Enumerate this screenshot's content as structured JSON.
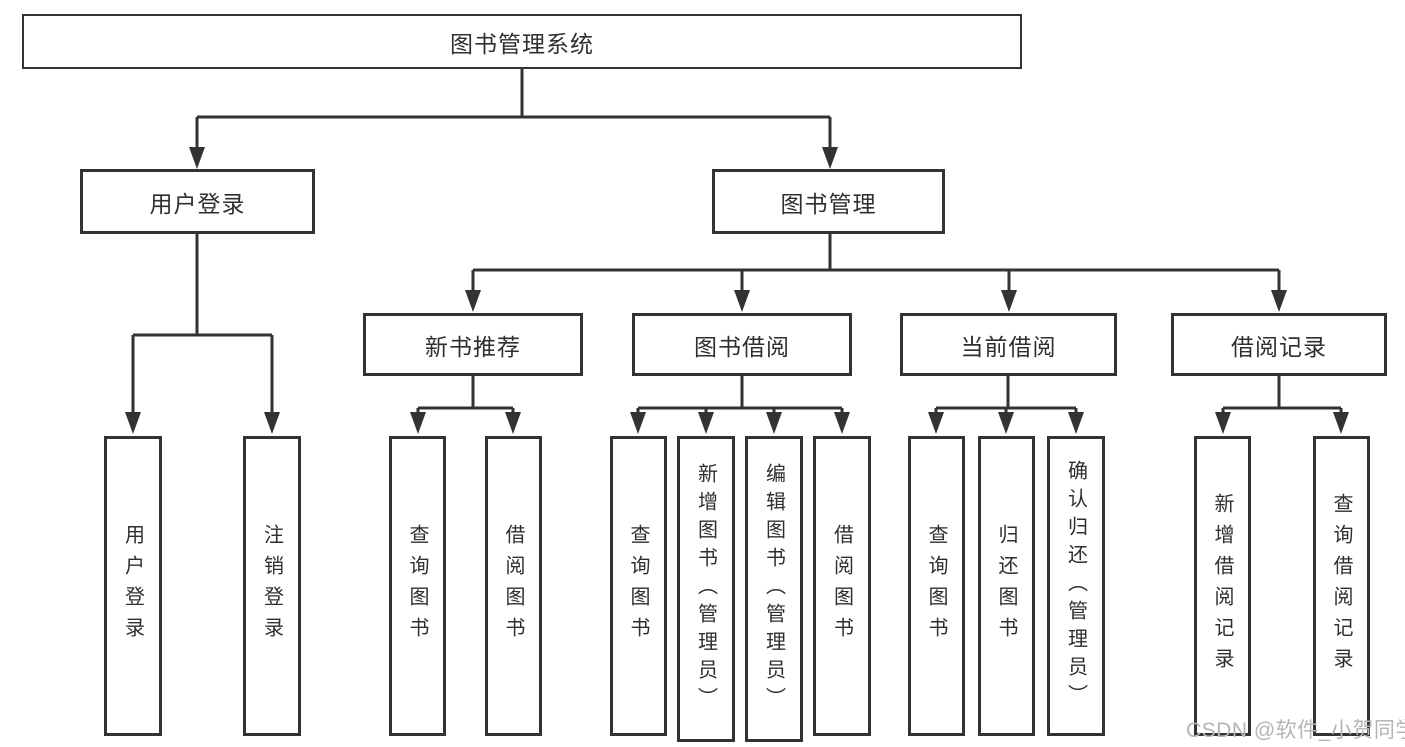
{
  "colors": {
    "line": "#333333",
    "box_border": "#333333",
    "text": "#2f2f2f",
    "watermark": "#b5b5b5",
    "background": "#ffffff"
  },
  "watermark": "CSDN @软件_小贺同学",
  "tree": {
    "root": "图书管理系统",
    "children": [
      {
        "label": "用户登录",
        "children": [
          {
            "label": "用户登录"
          },
          {
            "label": "注销登录"
          }
        ]
      },
      {
        "label": "图书管理",
        "children": [
          {
            "label": "新书推荐",
            "children": [
              {
                "label": "查询图书"
              },
              {
                "label": "借阅图书"
              }
            ]
          },
          {
            "label": "图书借阅",
            "children": [
              {
                "label": "查询图书"
              },
              {
                "label": "新增图书（管理员）"
              },
              {
                "label": "编辑图书（管理员）"
              },
              {
                "label": "借阅图书"
              }
            ]
          },
          {
            "label": "当前借阅",
            "children": [
              {
                "label": "查询图书"
              },
              {
                "label": "归还图书"
              },
              {
                "label": "确认归还（管理员）"
              }
            ]
          },
          {
            "label": "借阅记录",
            "children": [
              {
                "label": "新增借阅记录"
              },
              {
                "label": "查询借阅记录"
              }
            ]
          }
        ]
      }
    ]
  }
}
